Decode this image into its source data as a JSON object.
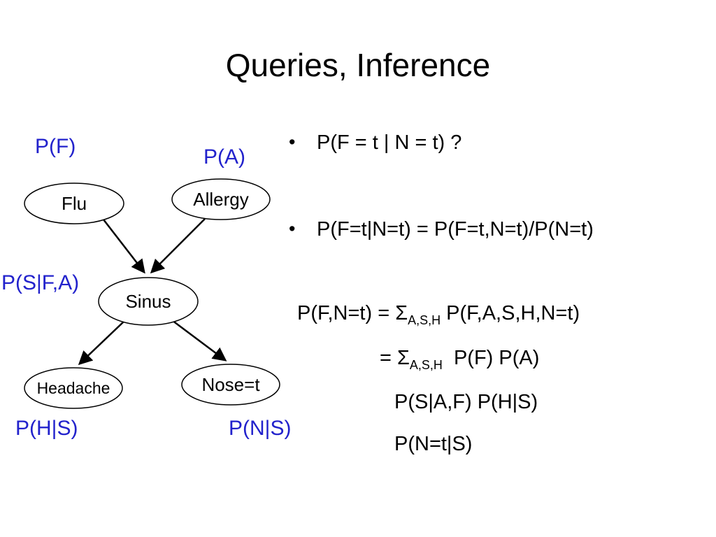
{
  "slide": {
    "title": "Queries, Inference",
    "bullet_char": "•"
  },
  "colors": {
    "annotation_blue": "#2222CC",
    "ink": "#000000"
  },
  "diagram": {
    "nodes": {
      "flu": "Flu",
      "allergy": "Allergy",
      "sinus": "Sinus",
      "headache": "Headache",
      "nose": "Nose=t"
    },
    "annotations": {
      "pf": "P(F)",
      "pa": "P(A)",
      "psfa": "P(S|F,A)",
      "phs": "P(H|S)",
      "pns": "P(N|S)"
    },
    "edges": [
      "Flu→Sinus",
      "Allergy→Sinus",
      "Sinus→Headache",
      "Sinus→Nose=t"
    ]
  },
  "content": {
    "bullet1": "P(F = t | N = t) ?",
    "bullet2": "P(F=t|N=t) = P(F=t,N=t)/P(N=t)",
    "line3_pre": "P(F,N=t) = Σ",
    "line3_sub": "A,S,H",
    "line3_post": "P(F,A,S,H,N=t)",
    "line4_pre": "= Σ",
    "line4_sub": "A,S,H",
    "line4_post": "P(F) P(A)",
    "line5": "P(S|A,F) P(H|S)",
    "line6": "P(N=t|S)"
  }
}
